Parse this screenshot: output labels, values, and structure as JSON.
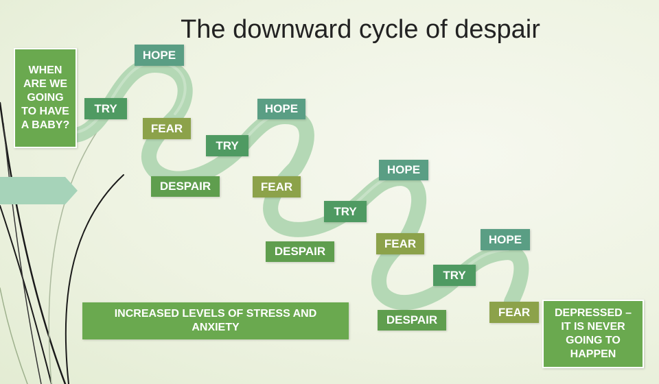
{
  "title": "The downward cycle of despair",
  "colors": {
    "hope": "#5a9e84",
    "try": "#4f9a62",
    "fear": "#8ca24a",
    "despair": "#5f9e4e",
    "ribbon": "#b4d8b5",
    "arrow": "#a6d3b9"
  },
  "start_box": "WHEN ARE WE GOING TO HAVE A BABY?",
  "labels": {
    "hope": "HOPE",
    "try": "TRY",
    "fear": "FEAR",
    "despair": "DESPAIR"
  },
  "stress_box": "INCREASED LEVELS OF STRESS AND ANXIETY",
  "end_box": "DEPRESSED – IT IS NEVER GOING TO HAPPEN"
}
